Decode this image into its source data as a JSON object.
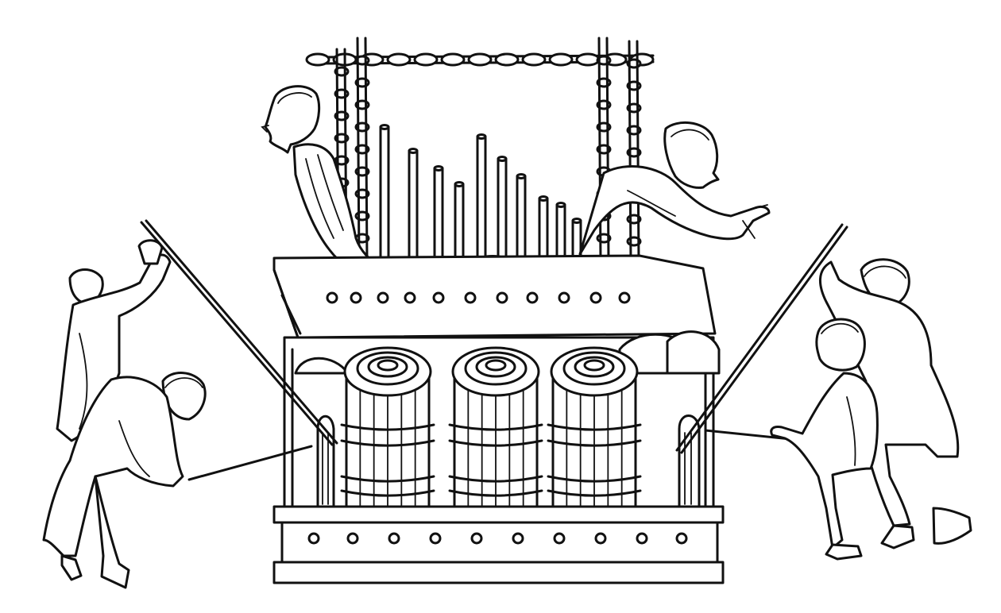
{
  "palette": {
    "ink": "#111111",
    "paper": "#ffffff"
  },
  "illustration": {
    "style": "line-engraving",
    "figures": [
      {
        "name": "organist-left",
        "role": "player"
      },
      {
        "name": "organist-right",
        "role": "player"
      },
      {
        "name": "bellows-pumper-left-upper",
        "role": "pumper"
      },
      {
        "name": "bellows-pumper-left-lower",
        "role": "pumper"
      },
      {
        "name": "bellows-pumper-right-upper",
        "role": "pumper"
      },
      {
        "name": "bellows-pumper-right-lower",
        "role": "pumper"
      }
    ],
    "organ_pipes": 10,
    "bellows_drums": 3
  }
}
